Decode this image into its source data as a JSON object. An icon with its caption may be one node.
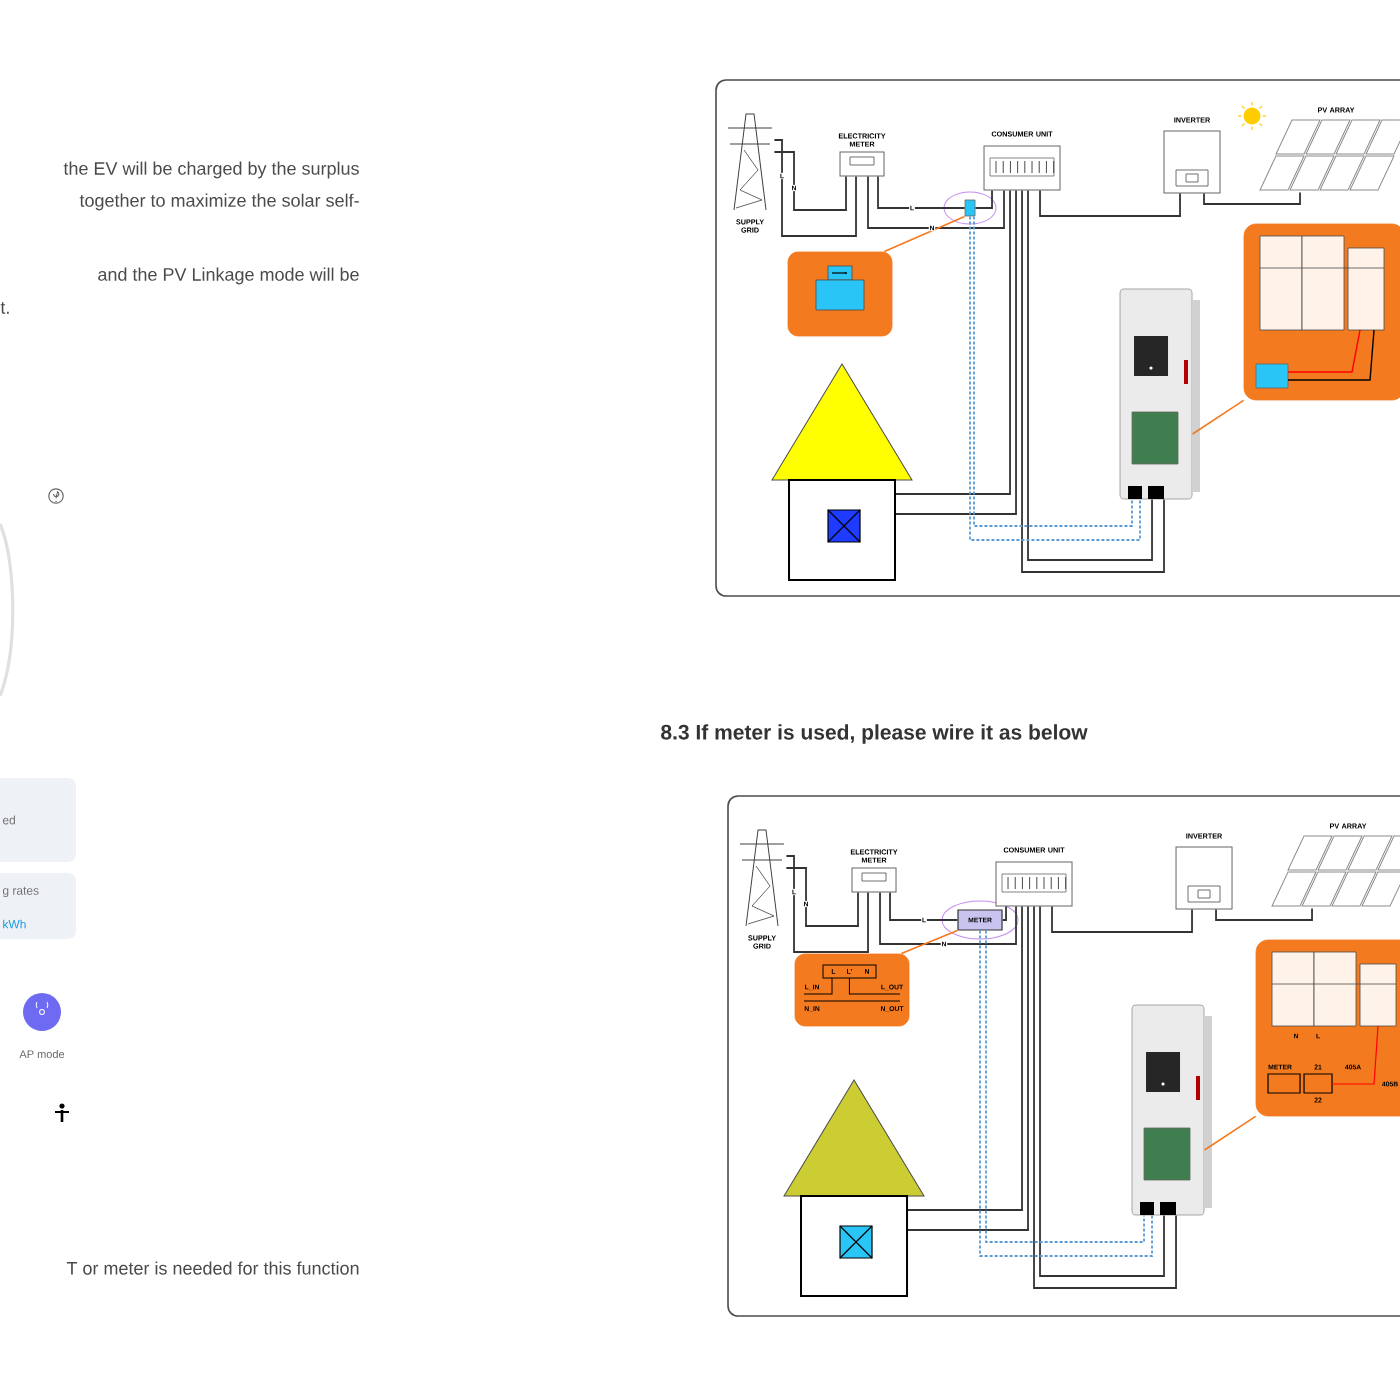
{
  "diagram": {
    "nodes": [
      {
        "text": [
          "ed"
        ]
      },
      {
        "text": [
          "g rates",
          "kWh"
        ]
      },
      {
        "text": [],
        "shape": "circle",
        "beside": [
          "AP mode"
        ]
      },
      {
        "text": [
          "SUPPLY GRID"
        ]
      },
      {
        "text": [
          "ELECTRICITY METER"
        ]
      },
      {
        "text": [
          "CONSUMER UNIT"
        ]
      },
      {
        "text": [
          "INVERTER"
        ]
      },
      {
        "text": [
          "PV ARRAY"
        ]
      },
      {
        "text": [],
        "shape": "box"
      },
      {
        "text": [],
        "shape": "box"
      },
      {
        "text": [],
        "shape": "picture"
      },
      {
        "text": [],
        "shape": "picture"
      },
      {
        "text": [],
        "shape": "picture"
      },
      {
        "text": [
          "SUPPLY GRID"
        ]
      },
      {
        "text": [
          "ELECTRICITY METER"
        ]
      },
      {
        "text": [
          "CONSUMER UNIT"
        ]
      },
      {
        "text": [
          "INVERTER"
        ]
      },
      {
        "text": [
          "PV ARRAY"
        ]
      },
      {
        "text": [
          "METER"
        ]
      },
      {
        "text": [
          "L",
          "L'",
          "N",
          "L_IN",
          "L_OUT",
          "N_IN",
          "N_OUT"
        ]
      },
      {
        "text": [],
        "shape": "picture"
      },
      {
        "text": [],
        "shape": "picture"
      },
      {
        "text": [
          "N",
          "L",
          "METER",
          "21",
          "405A",
          "405B",
          "22"
        ]
      }
    ],
    "edges": [
      {
        "from": 3,
        "to": 4,
        "arrow": "none",
        "label": "L"
      },
      {
        "from": 3,
        "to": 4,
        "arrow": "none",
        "label": "N"
      },
      {
        "from": 4,
        "to": 8,
        "arrow": "none",
        "label": "L"
      },
      {
        "from": 8,
        "to": 5,
        "arrow": "none"
      },
      {
        "from": 4,
        "to": 5,
        "arrow": "none",
        "label": "N"
      },
      {
        "from": 5,
        "to": 6,
        "arrow": "none"
      },
      {
        "from": 6,
        "to": 7,
        "arrow": "none"
      },
      {
        "from": 5,
        "to": 10,
        "arrow": "none"
      },
      {
        "from": 5,
        "to": 10,
        "arrow": "none"
      },
      {
        "from": 5,
        "to": 11,
        "arrow": "none"
      },
      {
        "from": 5,
        "to": 11,
        "arrow": "none"
      },
      {
        "from": 8,
        "to": 11,
        "arrow": "none",
        "style": "dashed",
        "color": "#5b9bd5"
      },
      {
        "from": 8,
        "to": 11,
        "arrow": "none",
        "style": "dashed",
        "color": "#5b9bd5"
      },
      {
        "from": 9,
        "to": 8,
        "arrow": "none",
        "color": "#f47a1f"
      },
      {
        "from": 12,
        "to": 11,
        "arrow": "none",
        "color": "#f47a1f"
      },
      {
        "from": 13,
        "to": 14,
        "arrow": "none",
        "label": "L"
      },
      {
        "from": 13,
        "to": 14,
        "arrow": "none",
        "label": "N"
      },
      {
        "from": 14,
        "to": 18,
        "arrow": "none",
        "label": "L"
      },
      {
        "from": 18,
        "to": 15,
        "arrow": "none"
      },
      {
        "from": 14,
        "to": 15,
        "arrow": "none",
        "label": "N"
      },
      {
        "from": 15,
        "to": 16,
        "arrow": "none"
      },
      {
        "from": 16,
        "to": 17,
        "arrow": "none"
      },
      {
        "from": 15,
        "to": 20,
        "arrow": "none"
      },
      {
        "from": 15,
        "to": 20,
        "arrow": "none"
      },
      {
        "from": 15,
        "to": 21,
        "arrow": "none"
      },
      {
        "from": 15,
        "to": 21,
        "arrow": "none"
      },
      {
        "from": 18,
        "to": 21,
        "arrow": "none",
        "style": "dashed",
        "color": "#5b9bd5"
      },
      {
        "from": 18,
        "to": 21,
        "arrow": "none",
        "style": "dashed",
        "color": "#5b9bd5"
      },
      {
        "from": 19,
        "to": 18,
        "arrow": "none",
        "color": "#f47a1f"
      },
      {
        "from": 22,
        "to": 21,
        "arrow": "none",
        "color": "#f47a1f"
      }
    ],
    "labels": [
      "the EV will be charged by the surplus",
      "together to maximize the solar self-",
      "and the PV Linkage mode will be",
      "t.",
      "8.3 If meter is used, please wire it as below",
      "T or meter is needed for this function"
    ]
  }
}
